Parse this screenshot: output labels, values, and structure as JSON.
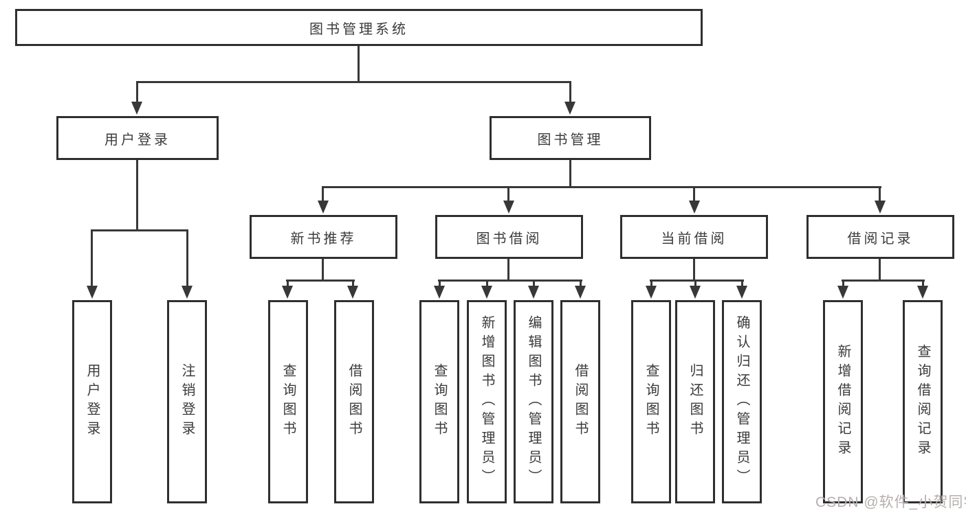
{
  "diagram": {
    "root": "图书管理系统",
    "level2": {
      "user_login": "用户登录",
      "book_management": "图书管理"
    },
    "level3": {
      "new_book_recommend": "新书推荐",
      "book_borrowing": "图书借阅",
      "current_borrowing": "当前借阅",
      "borrowing_records": "借阅记录"
    },
    "leaves": {
      "user_login": "用户登录",
      "logout": "注销登录",
      "nb_query_books": "查询图书",
      "nb_borrow_books": "借阅图书",
      "bb_query_books": "查询图书",
      "bb_add_books": "新增图书（管理员）",
      "bb_edit_books": "编辑图书（管理员）",
      "bb_borrow_books": "借阅图书",
      "cb_query_books": "查询图书",
      "cb_return_books": "归还图书",
      "cb_confirm_return": "确认归还（管理员）",
      "br_add_record": "新增借阅记录",
      "br_query_record": "查询借阅记录"
    },
    "watermark": "CSDN @软件_小贺同学",
    "colors": {
      "line": "#383838",
      "border": "#2f2f2f",
      "text": "#3b3b3b",
      "watermark": "#b7aeae",
      "background": "#ffffff"
    }
  }
}
